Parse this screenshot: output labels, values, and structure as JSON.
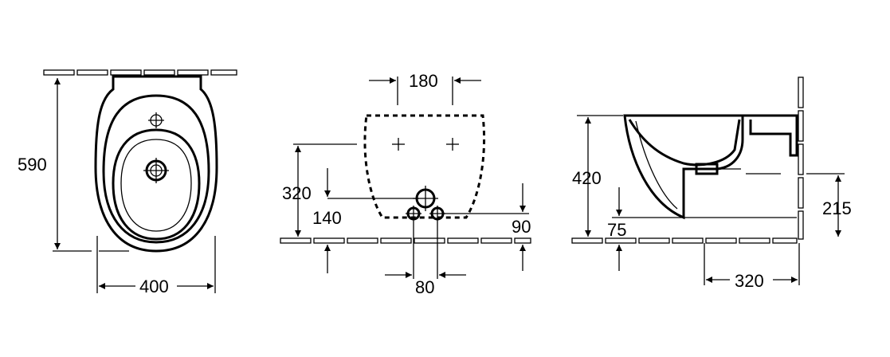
{
  "dimensions": {
    "top_view": {
      "depth": "590",
      "width": "400"
    },
    "front_view": {
      "tap_spacing": "180",
      "tap_height": "320",
      "drain_height": "140",
      "bottom_offset": "90",
      "hole_spacing": "80"
    },
    "side_view": {
      "height": "420",
      "base_height": "75",
      "fixing_height": "215",
      "projection": "320"
    }
  },
  "colors": {
    "line": "#000000",
    "background": "#ffffff"
  }
}
